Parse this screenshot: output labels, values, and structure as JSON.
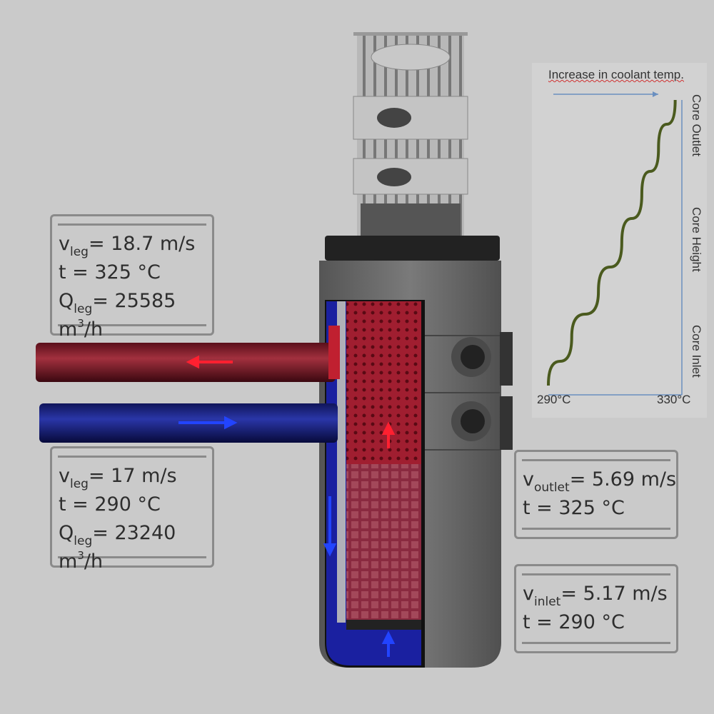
{
  "boxes": {
    "hot_leg": {
      "v_label": "v",
      "v_sub": "leg",
      "v_value": "= 18.7 m/s",
      "t": "t  = 325 °C",
      "q_label": "Q",
      "q_sub": "leg",
      "q_value": "= 25585 m",
      "q_sup": "3",
      "q_unit": "/h"
    },
    "cold_leg": {
      "v_label": "v",
      "v_sub": "leg",
      "v_value": "= 17 m/s",
      "t": "t  = 290 °C",
      "q_label": "Q",
      "q_sub": "leg",
      "q_value": "= 23240 m",
      "q_sup": "3",
      "q_unit": "/h"
    },
    "outlet": {
      "v_label": "v",
      "v_sub": "outlet",
      "v_value": "= 5.69 m/s",
      "t": "t  = 325 °C"
    },
    "inlet": {
      "v_label": "v",
      "v_sub": "inlet",
      "v_value": "= 5.17 m/s",
      "t": "t  = 290 °C"
    }
  },
  "chart_data": {
    "type": "line",
    "title": "Increase in coolant  temp.",
    "x_ticks": [
      "290°C",
      "330°C"
    ],
    "xlim": [
      290,
      330
    ],
    "y_labels": [
      "Core Inlet",
      "Core Height",
      "Core Outlet"
    ],
    "series": [
      {
        "x": [
          290,
          297,
          305,
          312,
          318,
          323,
          328
        ],
        "y": [
          0,
          0.17,
          0.33,
          0.5,
          0.67,
          0.83,
          1.0
        ]
      }
    ],
    "grid": false,
    "colors": {
      "line": "#4a5a1e",
      "axis": "#6a8fc0"
    }
  },
  "colors": {
    "hot": "#9a1a28",
    "cold": "#1c2490",
    "vessel": "#6b6b6b",
    "background": "#cacaca"
  }
}
